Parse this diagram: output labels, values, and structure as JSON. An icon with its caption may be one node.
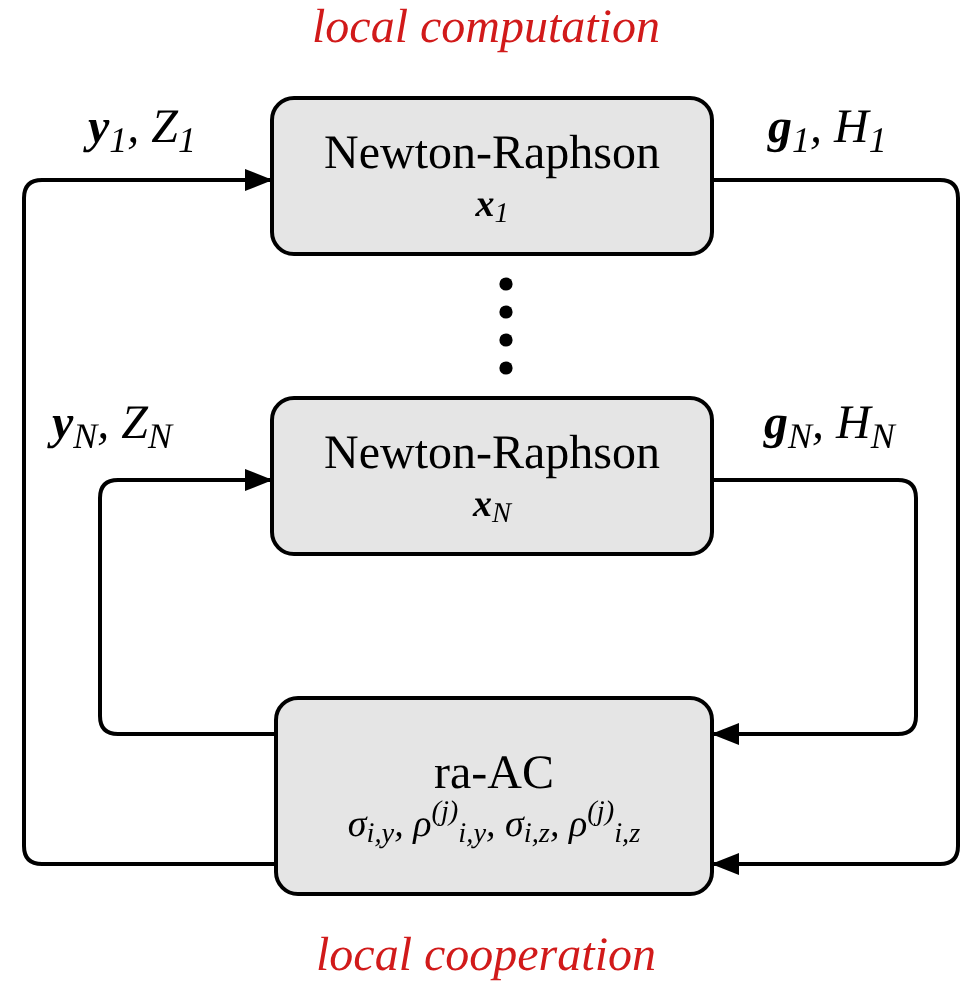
{
  "diagram": {
    "nodes": [
      {
        "text": [
          "Newton-Raphson",
          "**x**$_{1}$"
        ]
      },
      {
        "text": [
          "Newton-Raphson",
          "**x**$_{N}$"
        ]
      },
      {
        "text": [
          "ra-AC",
          "σ$_{i,y}$, ρ$^{(j)}$$_{i,y}$, σ$_{i,z}$, ρ$^{(j)}$$_{i,z}$"
        ]
      }
    ],
    "edges": [
      {
        "from": 2,
        "to": 0,
        "arrow": "to",
        "label": "**y**$_{1}$, Z$_{1}$"
      },
      {
        "from": 0,
        "to": 2,
        "arrow": "to",
        "label": "**g**$_{1}$, H$_{1}$"
      },
      {
        "from": 2,
        "to": 1,
        "arrow": "to",
        "label": "**y**$_{N}$, Z$_{N}$"
      },
      {
        "from": 1,
        "to": 2,
        "arrow": "to",
        "label": "**g**$_{N}$, H$_{N}$"
      }
    ],
    "labels": [
      "local computation",
      "local cooperation"
    ]
  }
}
